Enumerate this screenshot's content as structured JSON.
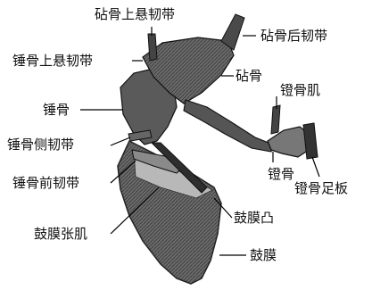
{
  "labels": {
    "incus_superior_ligament": "砧骨上悬韧带",
    "incus_posterior_ligament": "砧骨后韧带",
    "malleus_superior_ligament": "锤骨上悬韧带",
    "incus": "砧骨",
    "stapedius": "镫骨肌",
    "malleus": "锤骨",
    "malleus_lateral_ligament": "锤骨侧韧带",
    "stapes": "镫骨",
    "malleus_anterior_ligament": "锤骨前韧带",
    "stapes_footplate": "镫骨足板",
    "umbo": "鼓膜凸",
    "tensor_tympani": "鼓膜张肌",
    "tympanic_membrane": "鼓膜"
  }
}
